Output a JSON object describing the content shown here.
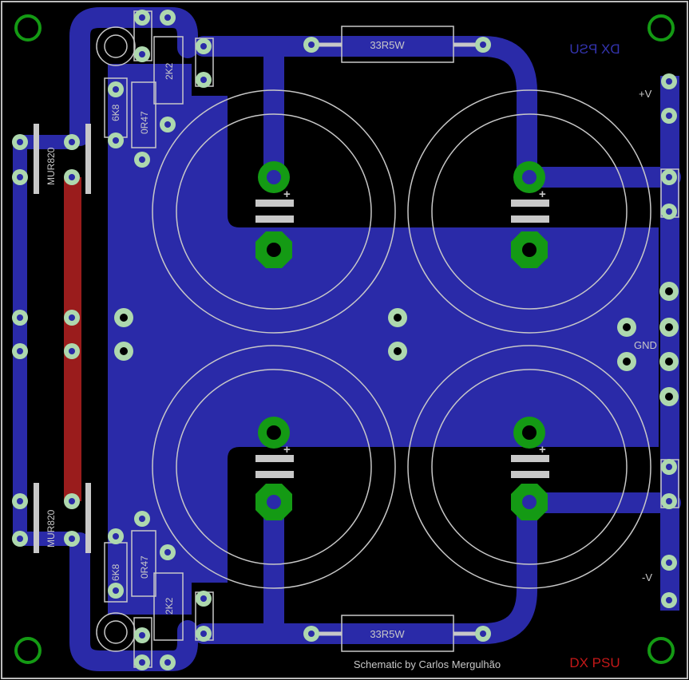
{
  "colors": {
    "background": "#000000",
    "copper_bottom": "#2a2aa8",
    "copper_top": "#9a1c1c",
    "pad_ring": "#149a14",
    "pad_ring_light": "#aed8ae",
    "silkscreen": "#c8c8c8",
    "label_blue": "#3434b0",
    "label_red": "#c41818",
    "outline": "#bbbbbb"
  },
  "labels": {
    "title_mirrored": "DX PSU",
    "title": "DX PSU",
    "author": "Schematic by Carlos Mergulhão",
    "pos_rail": "+V",
    "neg_rail": "-V",
    "ground": "GND",
    "resistor_top": "33R5W",
    "resistor_bottom": "33R5W",
    "diode_top": "MUR820",
    "diode_bottom": "MUR820",
    "r_2k2_top": "2K2",
    "r_2k2_bottom": "2K2",
    "r_0r47_top": "0R47",
    "r_0r47_bottom": "0R47",
    "r_6k8_top": "6K8",
    "r_6k8_bottom": "6K8",
    "cap_plus": "+"
  }
}
